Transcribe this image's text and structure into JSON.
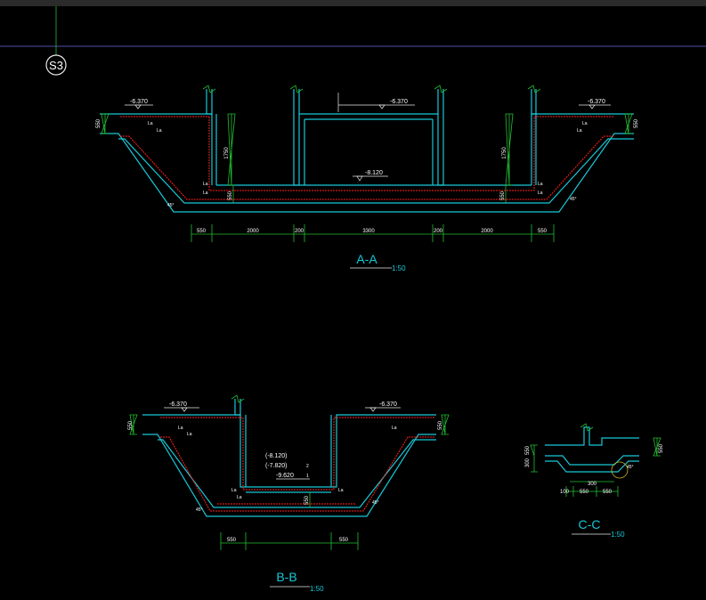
{
  "sheet_marker": "S3",
  "colors": {
    "concrete": "#18c8d8",
    "rebar": "#ff2020",
    "dims": "#22c032",
    "text": "#ffffff"
  },
  "section_aa": {
    "title": "A-A",
    "scale": "1:50",
    "elev_left": "-6.370",
    "elev_right": "-6.370",
    "elev_center_top": "-6.370",
    "elev_bottom": "-8.120",
    "dim_wall_h_left": "1750",
    "dim_wall_h_right": "1750",
    "dim_left_550": "550",
    "dim_right_550": "550",
    "dim_slab_left": "550",
    "dim_slab_right": "550",
    "angle_left": "45°",
    "angle_right": "45°",
    "la_marks": [
      "La",
      "La",
      "La",
      "La",
      "La",
      "La",
      "La",
      "La"
    ],
    "bottom_dims": [
      "550",
      "2000",
      "200",
      "3300",
      "200",
      "2000",
      "550"
    ]
  },
  "section_bb": {
    "title": "B-B",
    "scale": "1:50",
    "elev_left": "-6.370",
    "elev_right": "-6.370",
    "level_labels": [
      "(-8.120)",
      "(-7.820)",
      "-9.620"
    ],
    "level_notes": [
      "2",
      "1"
    ],
    "dim_left_550": "550",
    "dim_right_550": "550",
    "dim_pit": "550",
    "angle_left": "45°",
    "angle_right": "45°",
    "la_marks": [
      "La",
      "La",
      "La",
      "La",
      "La",
      "La"
    ],
    "bottom_dims": [
      "550",
      "550"
    ]
  },
  "section_cc": {
    "title": "C-C",
    "scale": "1:50",
    "dim_550_left": "550",
    "dim_300": "300",
    "dim_550_right": "550",
    "dim_300_bottom": "300",
    "bottom_dims": [
      "100",
      "550",
      "550"
    ],
    "angle": "45°"
  }
}
